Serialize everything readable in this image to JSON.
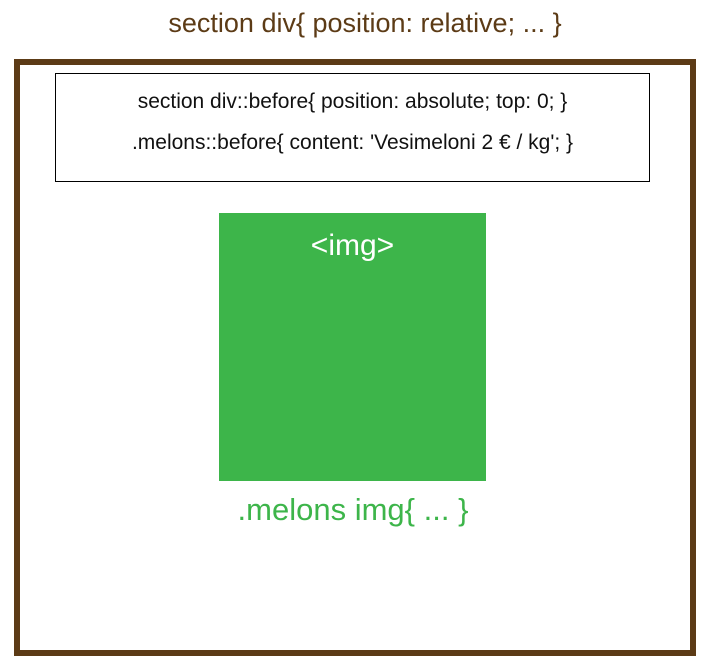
{
  "title": "section div{ position: relative; ... }",
  "before_box": {
    "line1": "section div::before{ position: absolute; top: 0; }",
    "line2": ".melons::before{ content: 'Vesimeloni 2 € / kg'; }"
  },
  "image": {
    "label": "<img>",
    "caption": ".melons img{ ...  }"
  },
  "colors": {
    "brown": "#5c3b16",
    "green": "#3db54a",
    "black": "#000000"
  }
}
